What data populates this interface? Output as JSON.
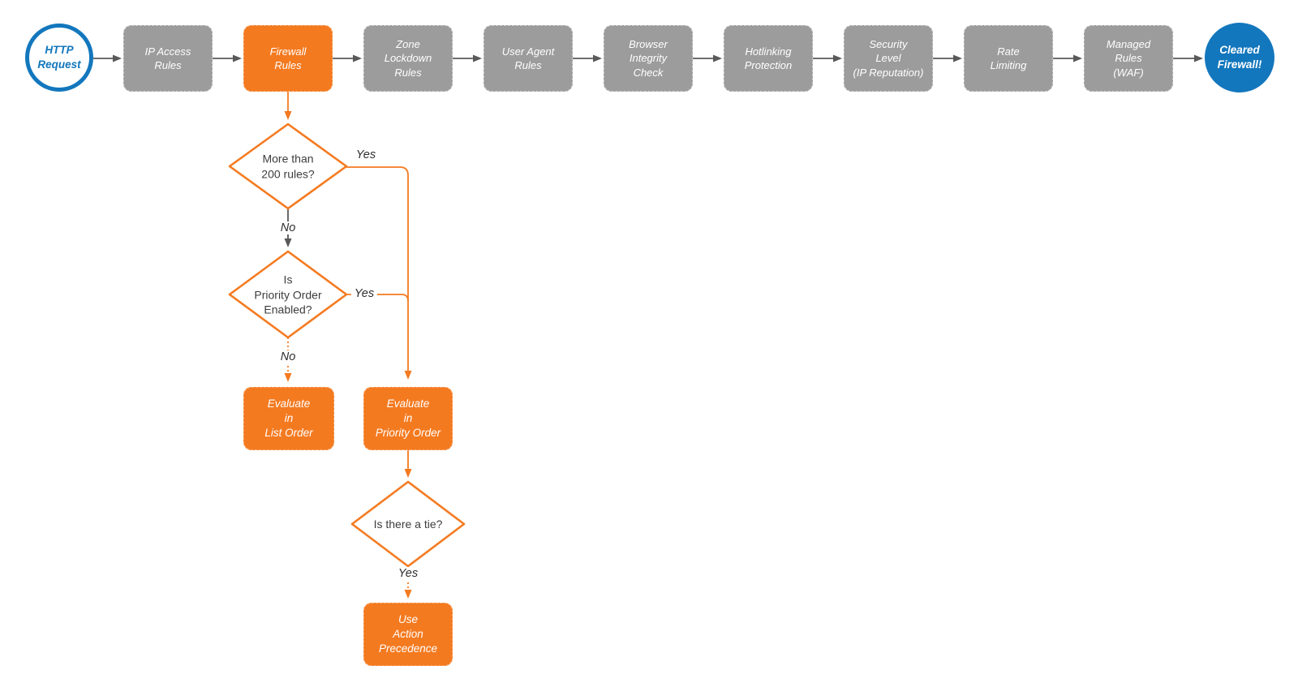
{
  "flow": {
    "start": {
      "label": "HTTP\nRequest"
    },
    "end": {
      "label": "Cleared\nFirewall!"
    },
    "stages": [
      {
        "label": "IP Access\nRules"
      },
      {
        "label": "Firewall\nRules"
      },
      {
        "label": "Zone\nLockdown\nRules"
      },
      {
        "label": "User Agent\nRules"
      },
      {
        "label": "Browser\nIntegrity\nCheck"
      },
      {
        "label": "Hotlinking\nProtection"
      },
      {
        "label": "Security\nLevel\n(IP Reputation)"
      },
      {
        "label": "Rate\nLimiting"
      },
      {
        "label": "Managed\nRules\n(WAF)"
      }
    ],
    "decisions": [
      {
        "label": "More than\n200 rules?"
      },
      {
        "label": "Is\nPriority Order\nEnabled?"
      },
      {
        "label": "Is there a tie?"
      }
    ],
    "actions": [
      {
        "label": "Evaluate\nin\nList Order"
      },
      {
        "label": "Evaluate\nin\nPriority Order"
      },
      {
        "label": "Use\nAction\nPrecedence"
      }
    ],
    "edge_labels": {
      "yes1": "Yes",
      "no1": "No",
      "yes2": "Yes",
      "no2": "No",
      "yes3": "Yes"
    }
  },
  "colors": {
    "accent_orange": "#F47A20",
    "stage_gray": "#9C9C9C",
    "terminal_blue": "#1377BD",
    "connector_gray": "#595959",
    "decision_text": "#3D3D3D",
    "background": "#FFFFFF"
  }
}
